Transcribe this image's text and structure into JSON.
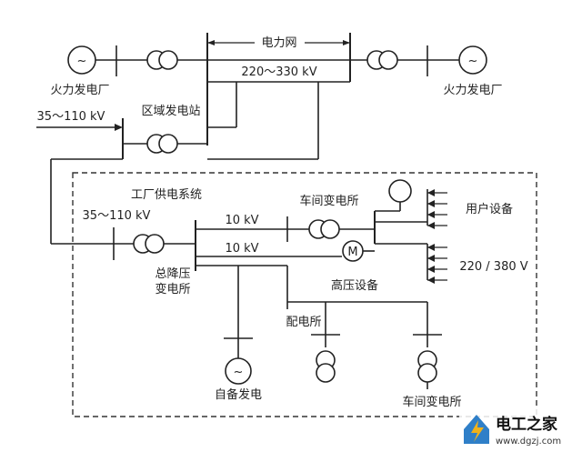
{
  "labels": {
    "grid": "电力网",
    "grid_voltage": "220～330 kV",
    "thermal_plant_left": "火力发电厂",
    "thermal_plant_right": "火力发电厂",
    "regional_substation": "区域发电站",
    "feed_voltage_top": "35～110 kV",
    "factory_system": "工厂供电系统",
    "feed_voltage_inner": "35～110 kV",
    "bus_voltage_1": "10 kV",
    "bus_voltage_2": "10 kV",
    "workshop_substation_top": "车间变电所",
    "user_equipment": "用户设备",
    "low_voltage": "220 / 380 V",
    "motor_symbol": "M",
    "hv_equipment": "高压设备",
    "main_substation_line1": "总降压",
    "main_substation_line2": "变电所",
    "distribution_station": "配电所",
    "backup_generator": "自备发电",
    "workshop_substation_bottom": "车间变电所",
    "generator_symbol": "~"
  },
  "watermark": {
    "name": "电工之家",
    "url": "www.dgzj.com",
    "icon": "lightning-house-icon",
    "colors": {
      "icon": "#2f7fc8",
      "bolt": "#f0b21a"
    }
  }
}
